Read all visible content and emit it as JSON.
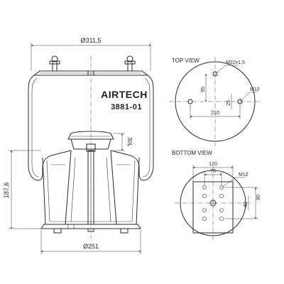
{
  "product": {
    "brand": "AIRTECH",
    "model": "3881-01"
  },
  "side_view": {
    "top_diameter": "Ø311,5",
    "bottom_diameter": "Ø251",
    "height": "187,6",
    "piston_height": "30L"
  },
  "top_view": {
    "title": "TOP VIEW",
    "thread_label": "M22x1,5",
    "bolt_label": "M12",
    "offset_label": "95",
    "small_offset_label": "25",
    "spacing_label": "210"
  },
  "bottom_view": {
    "title": "BOTTOM VIEW",
    "width_outer_label": "120",
    "width_inner_label": "70",
    "bolt_label": "M12",
    "height_label": "80",
    "small_label": "40"
  },
  "colors": {
    "line": "#2a2a2a",
    "background": "#ffffff"
  }
}
